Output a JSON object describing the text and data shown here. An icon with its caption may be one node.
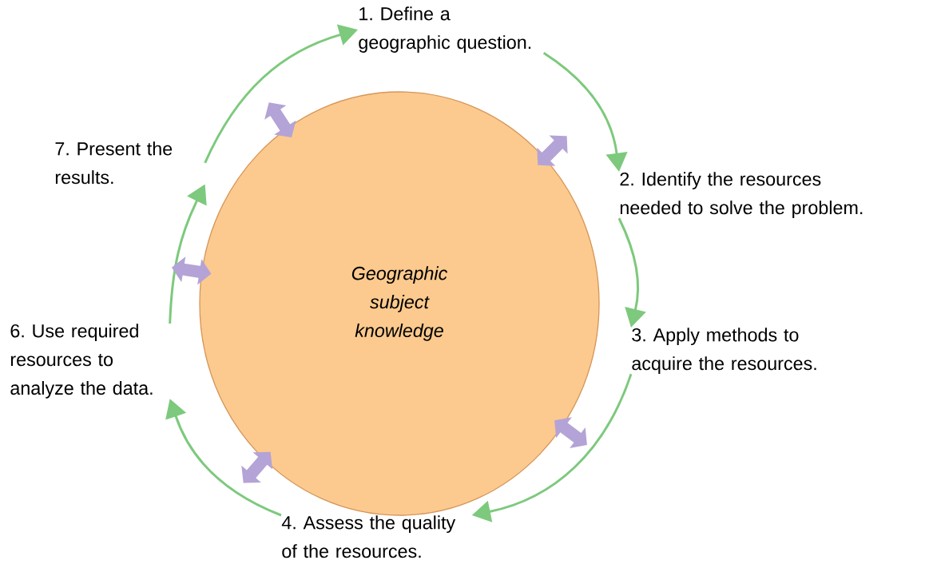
{
  "diagram": {
    "nodes": [
      {
        "text": [
          "*Geographic subject knowledge*"
        ]
      },
      {
        "text": [
          "1. Define a geographic question."
        ]
      },
      {
        "text": [
          "2. Identify the resources needed to solve the problem."
        ]
      },
      {
        "text": [
          "3. Apply methods to acquire the resources."
        ]
      },
      {
        "text": [
          "4. Assess the quality of the resources."
        ]
      },
      {
        "text": [
          "6. Use required resources to analyze the data."
        ]
      },
      {
        "text": [
          "7. Present the results."
        ]
      }
    ],
    "edges": [
      {
        "from": 6,
        "to": 1,
        "arrow": "to"
      },
      {
        "from": 1,
        "to": 2,
        "arrow": "to"
      },
      {
        "from": 2,
        "to": 3,
        "arrow": "to"
      },
      {
        "from": 3,
        "to": 4,
        "arrow": "to"
      },
      {
        "from": 4,
        "to": 5,
        "arrow": "to"
      },
      {
        "from": 5,
        "to": 6,
        "arrow": "to"
      },
      {
        "from": 0,
        "to": null,
        "arrow": "both",
        "style": "thick",
        "color": "#b4a3d6"
      },
      {
        "from": 0,
        "to": null,
        "arrow": "both",
        "style": "thick",
        "color": "#b4a3d6"
      },
      {
        "from": 0,
        "to": null,
        "arrow": "both",
        "style": "thick",
        "color": "#b4a3d6"
      },
      {
        "from": 0,
        "to": null,
        "arrow": "both",
        "style": "thick",
        "color": "#b4a3d6"
      },
      {
        "from": 0,
        "to": null,
        "arrow": "both",
        "style": "thick",
        "color": "#b4a3d6"
      }
    ]
  }
}
